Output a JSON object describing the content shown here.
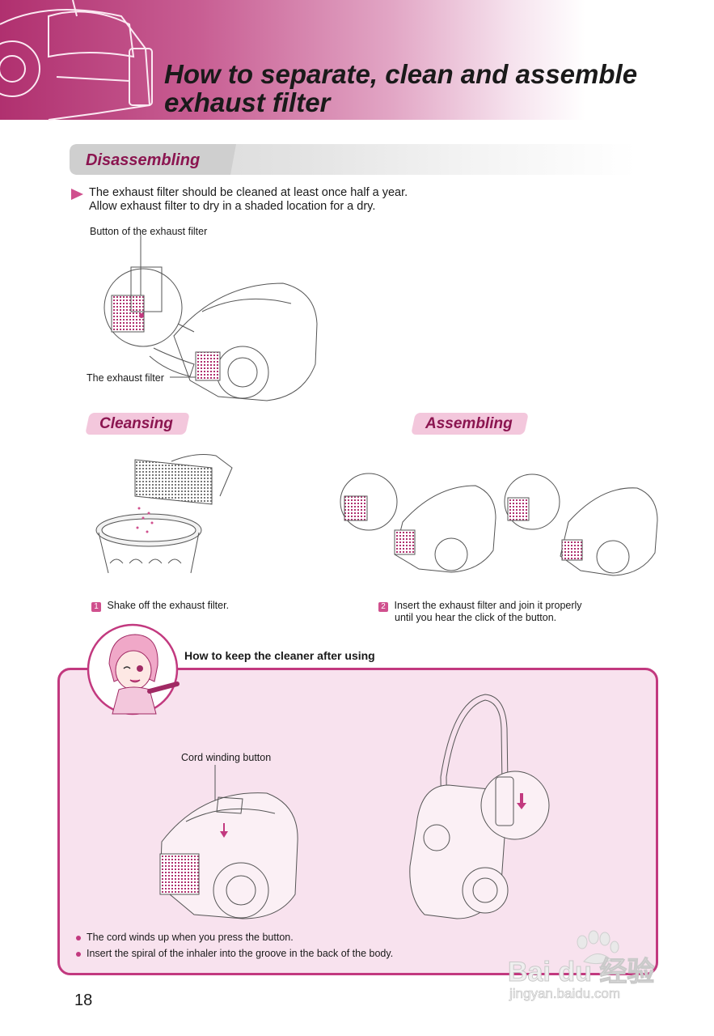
{
  "header": {
    "title_line1": "How to separate, clean and assemble",
    "title_line2": "exhaust filter"
  },
  "disassembling": {
    "heading": "Disassembling",
    "intro_line1": "The exhaust filter should be cleaned at least once half a year.",
    "intro_line2": "Allow exhaust filter to dry in a shaded location for a dry.",
    "callout_button": "Button of the exhaust filter",
    "callout_filter": "The exhaust filter"
  },
  "cleansing": {
    "heading": "Cleansing",
    "step_number": "1",
    "step_text": "Shake off the exhaust filter."
  },
  "assembling": {
    "heading": "Assembling",
    "step_number": "2",
    "step_line1": "Insert the exhaust filter and join it properly",
    "step_line2": "until you hear the click of the button."
  },
  "keep": {
    "heading": "How to keep the cleaner after using",
    "callout_cord": "Cord winding button",
    "bullets": [
      "The cord winds up when you press the button.",
      "Insert the spiral of the inhaler into the groove in the back of the body."
    ]
  },
  "page_number": "18",
  "watermark": {
    "brand": "Bai du 经验",
    "url": "jingyan.baidu.com"
  },
  "colors": {
    "accent": "#c2397f",
    "accent_dark": "#8b1550",
    "pink_light": "#f8e2ee"
  }
}
